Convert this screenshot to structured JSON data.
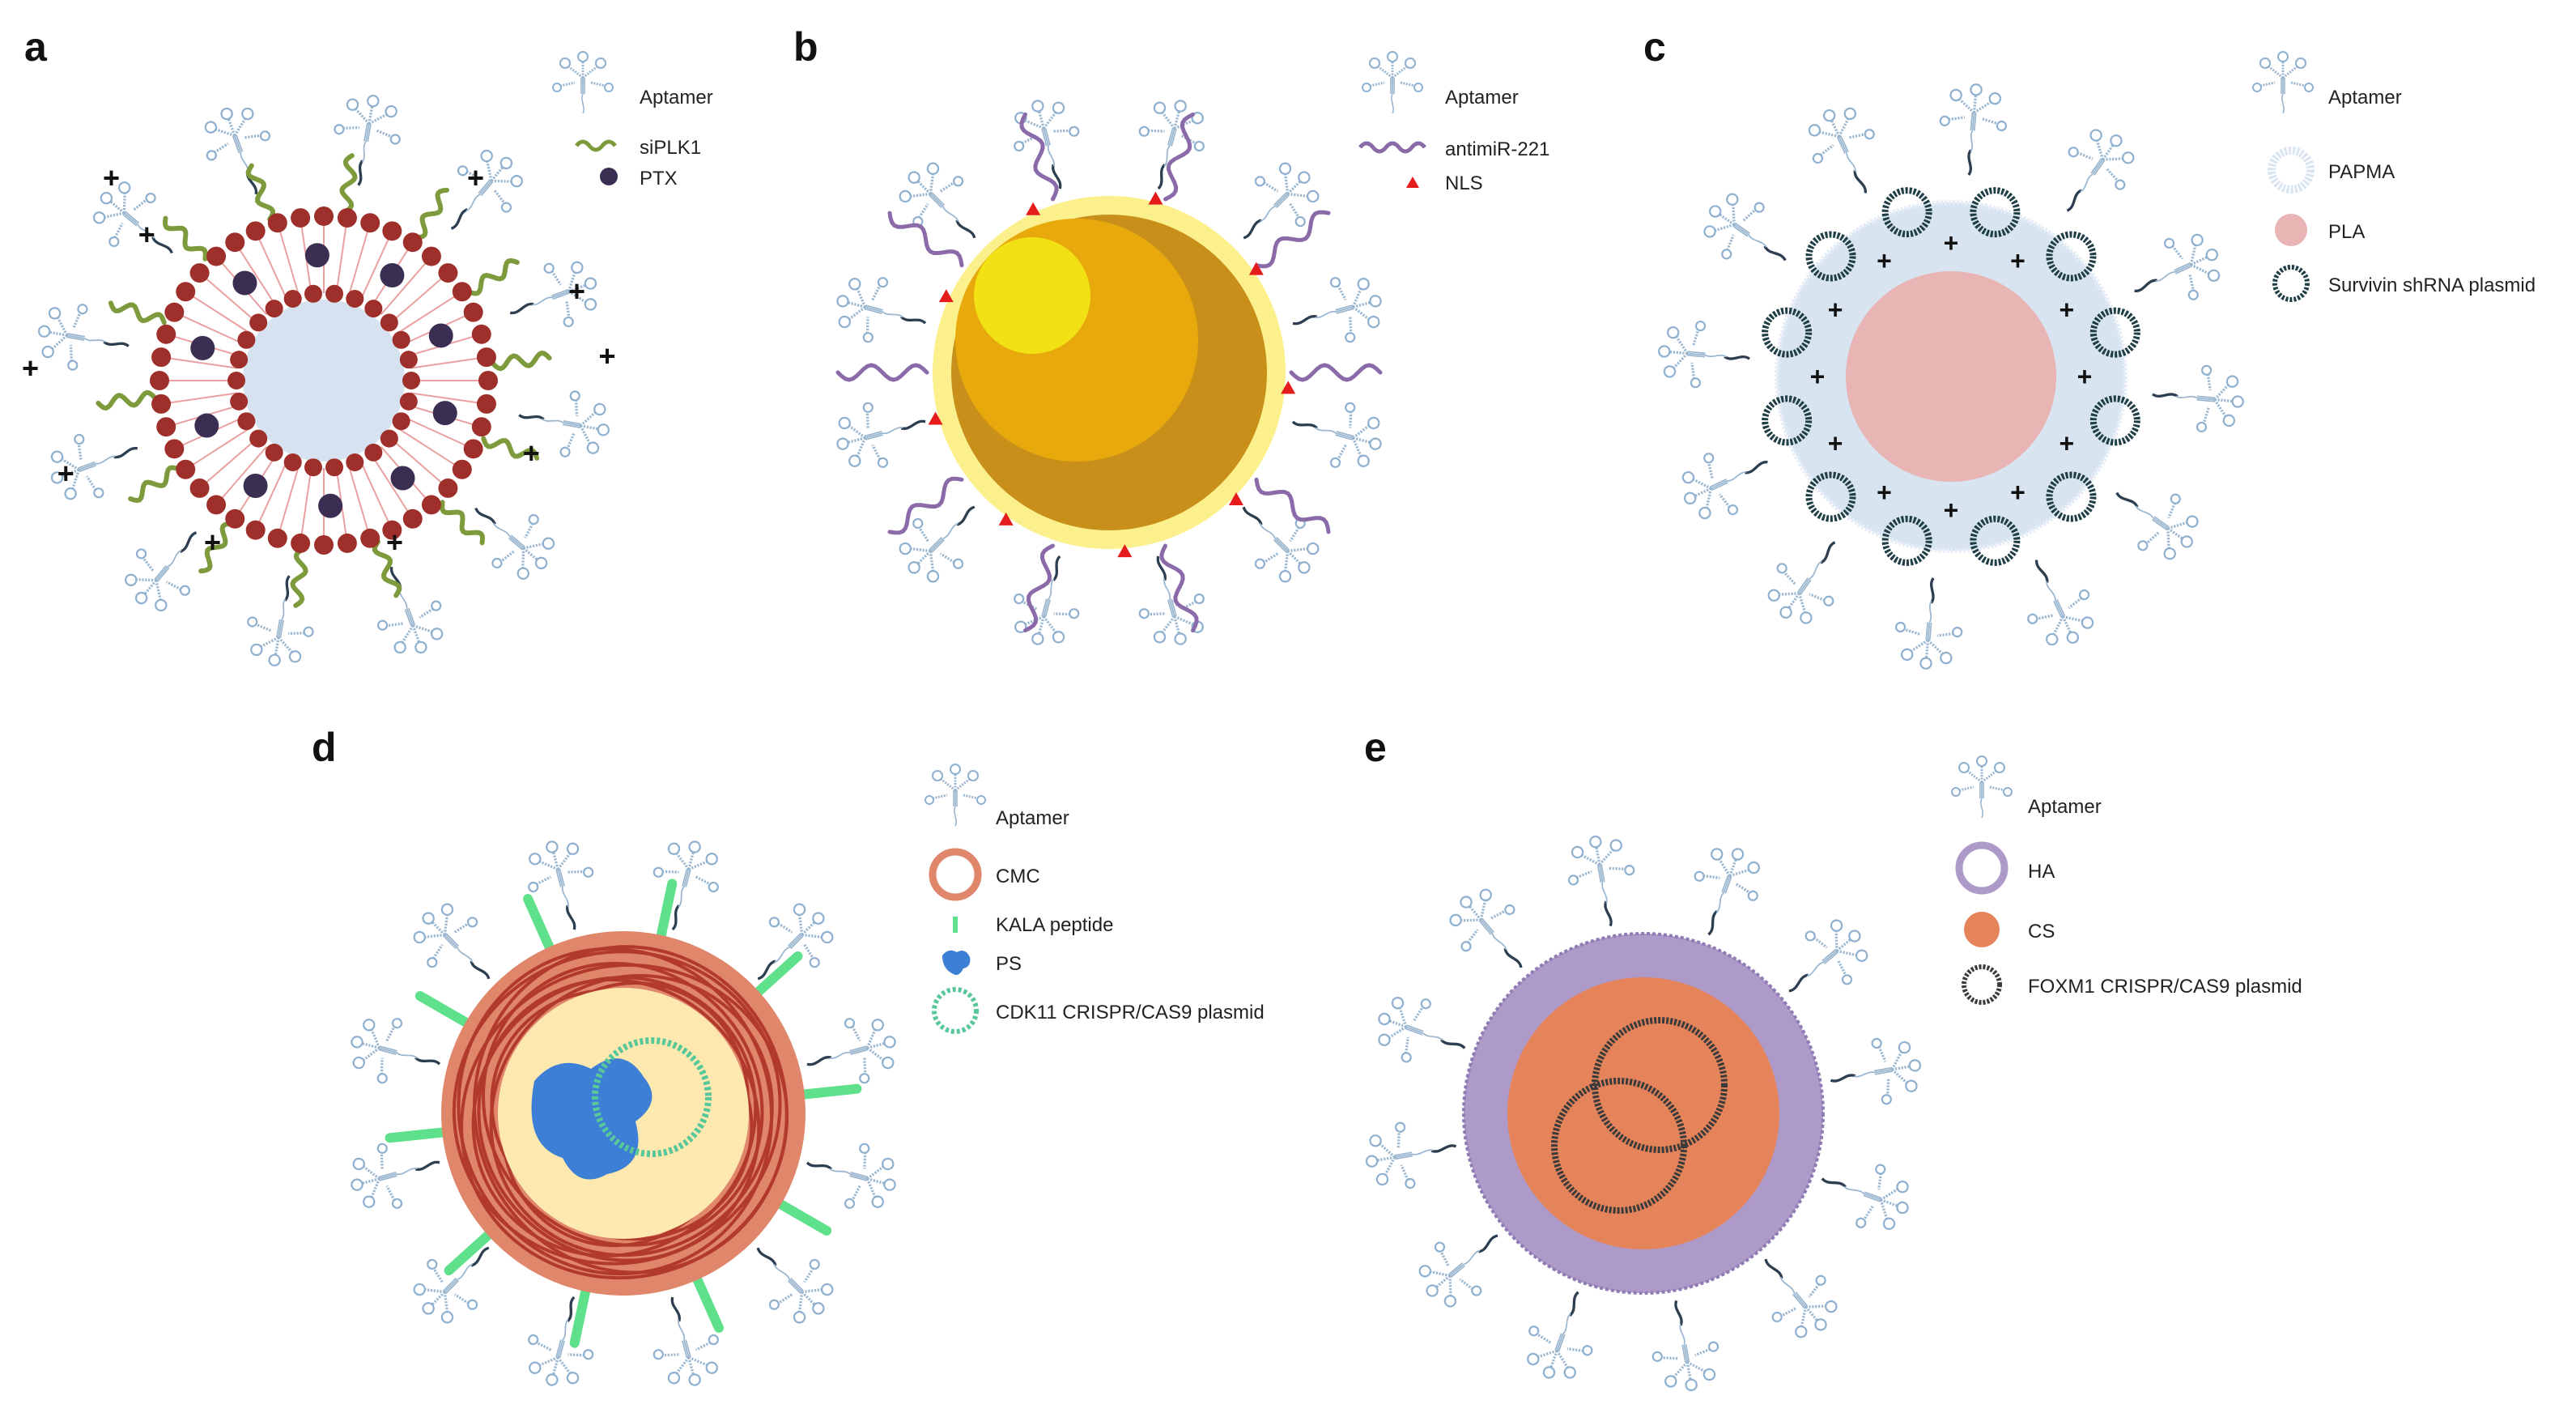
{
  "panels": {
    "a": {
      "letter": "a",
      "legend": [
        "Aptamer",
        "siPLK1",
        "PTX"
      ],
      "colors": {
        "shell_bead": "#9e2f2a",
        "core": "#d6e2ef",
        "tail": "#e9a0a0",
        "sirna": "#7d9a3c",
        "ptx": "#3a2f52"
      }
    },
    "b": {
      "letter": "b",
      "legend": [
        "Aptamer",
        "antimiR-221",
        "NLS"
      ],
      "colors": {
        "halo": "#fbf08c",
        "gold_outer": "#c8901a",
        "gold_mid": "#e8a90c",
        "gold_hi": "#f2e114",
        "antimir": "#8a6aa8",
        "nls": "#e51c1c"
      }
    },
    "c": {
      "letter": "c",
      "legend": [
        "Aptamer",
        "PAPMA",
        "PLA",
        "Survivin shRNA plasmid"
      ],
      "colors": {
        "papma": "#d9e4f1",
        "pla": "#e8b4b4",
        "plasmid": "#1f3e45"
      }
    },
    "d": {
      "letter": "d",
      "legend": [
        "Aptamer",
        "CMC",
        "KALA peptide",
        "PS",
        "CDK11 CRISPR/CAS9 plasmid"
      ],
      "colors": {
        "cmc": "#e0866a",
        "cmc_line": "#b23a2c",
        "inner": "#fde9b0",
        "kala": "#5fe08a",
        "ps": "#3d7fd4",
        "plasmid": "#58c79a"
      }
    },
    "e": {
      "letter": "e",
      "legend": [
        "Aptamer",
        "HA",
        "CS",
        "FOXM1 CRISPR/CAS9 plasmid"
      ],
      "colors": {
        "ha": "#ad9ac9",
        "cs": "#e5845a",
        "plasmid": "#3b3b3b"
      }
    }
  },
  "charge_symbol": "+"
}
